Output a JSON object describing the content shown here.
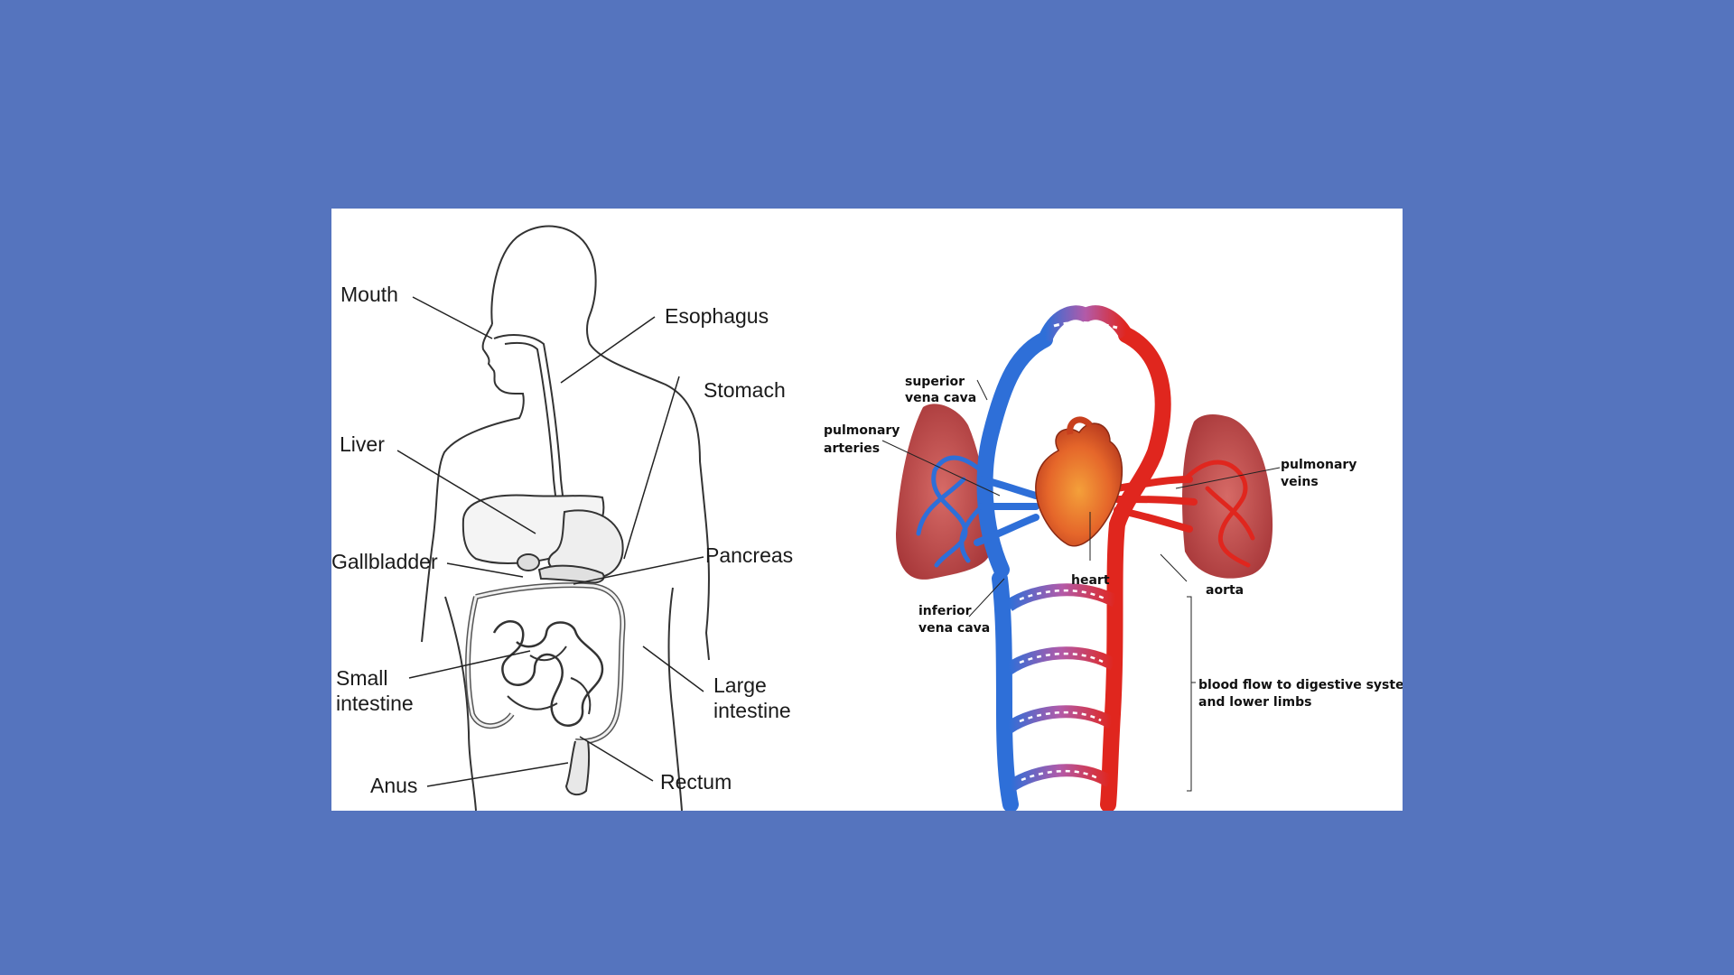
{
  "colors": {
    "background": "#5574BE",
    "panel": "#ffffff",
    "vein_blue": "#2E6FD8",
    "artery_red": "#E0261E",
    "lung": "#C0494A",
    "outline": "#333333"
  },
  "digestive": {
    "labels": {
      "mouth": "Mouth",
      "esophagus": "Esophagus",
      "stomach": "Stomach",
      "liver": "Liver",
      "gallbladder": "Gallbladder",
      "pancreas": "Pancreas",
      "small_intestine_1": "Small",
      "small_intestine_2": "intestine",
      "large_intestine_1": "Large",
      "large_intestine_2": "intestine",
      "anus": "Anus",
      "rectum": "Rectum"
    }
  },
  "circulatory": {
    "labels": {
      "superior_vena_cava_1": "superior",
      "superior_vena_cava_2": "vena cava",
      "pulmonary_arteries_1": "pulmonary",
      "pulmonary_arteries_2": "arteries",
      "pulmonary_veins_1": "pulmonary",
      "pulmonary_veins_2": "veins",
      "heart": "heart",
      "aorta": "aorta",
      "inferior_vena_cava_1": "inferior",
      "inferior_vena_cava_2": "vena cava",
      "blood_flow_1": "blood flow to digestive system",
      "blood_flow_2": "and lower limbs"
    }
  }
}
